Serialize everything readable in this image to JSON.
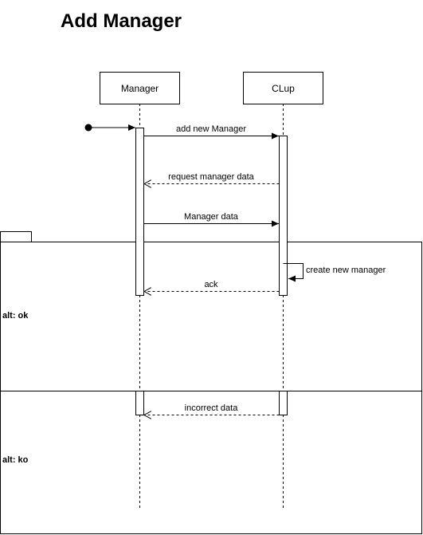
{
  "title": "Add Manager",
  "participants": {
    "manager": "Manager",
    "clup": "CLup"
  },
  "messages": {
    "add_new_manager": "add new Manager",
    "request_manager_data": "request manager data",
    "manager_data": "Manager data",
    "create_new_manager": "create new manager",
    "ack": "ack",
    "incorrect_data": "incorrect data"
  },
  "fragments": {
    "alt_ok": "alt: ok",
    "alt_ko": "alt: ko"
  }
}
